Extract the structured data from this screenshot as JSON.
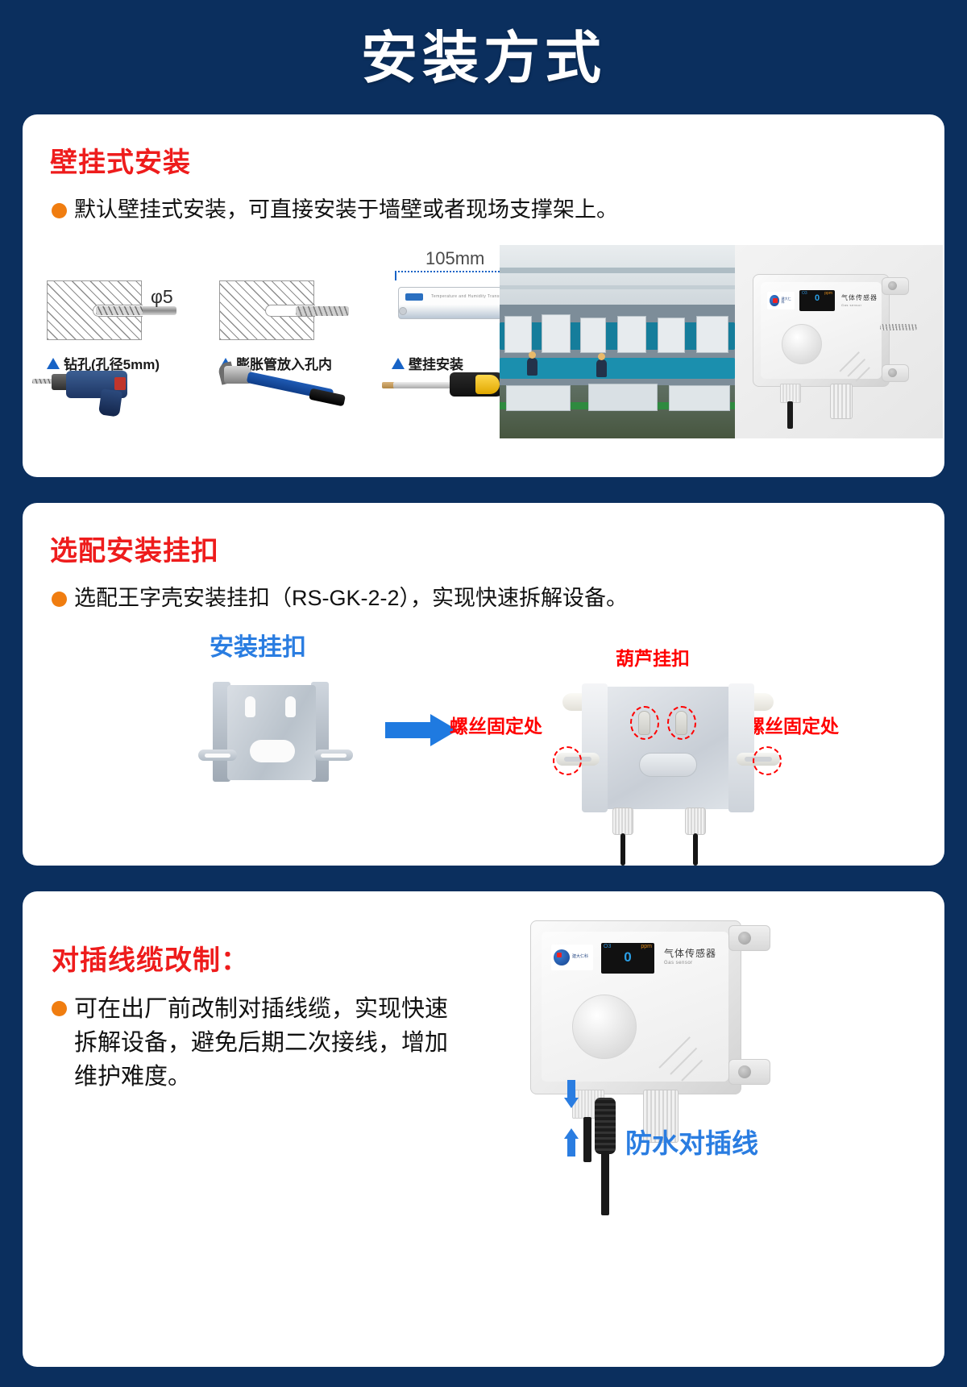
{
  "page": {
    "title": "安装方式",
    "background_color": "#0b2f5e",
    "accent_red": "#ee1c1c",
    "accent_blue": "#2a7de1",
    "accent_orange": "#f07d10"
  },
  "sections": [
    {
      "id": "wall-mount",
      "title": "壁挂式安装",
      "bullet": "默认壁挂式安装，可直接安装于墙壁或者现场支撑架上。",
      "steps": [
        {
          "label": "钻孔(孔径5mm)",
          "annotation": "φ5",
          "tool": "drill-icon"
        },
        {
          "label": "膨胀管放入孔内",
          "annotation": "",
          "tool": "hammer-icon"
        },
        {
          "label": "壁挂安装",
          "annotation": "105mm",
          "tool": "screwdriver-icon"
        }
      ],
      "photos": [
        {
          "name": "factory-production-line-photo",
          "caption": ""
        },
        {
          "name": "gas-sensor-product-photo",
          "caption": ""
        }
      ]
    },
    {
      "id": "optional-bracket",
      "title": "选配安装挂扣",
      "bullet": "选配王字壳安装挂扣（RS-GK-2-2），实现快速拆解设备。",
      "model": "RS-GK-2-2",
      "bracket_label": "安装挂扣",
      "callouts": [
        {
          "text": "葫芦挂扣",
          "position": "top-center"
        },
        {
          "text": "螺丝固定处",
          "position": "left"
        },
        {
          "text": "螺丝固定处",
          "position": "right"
        }
      ]
    },
    {
      "id": "cable-mod",
      "title": "对插线缆改制：",
      "bullet": "可在出厂前改制对插线缆，实现快速拆解设备，避免后期二次接线，增加维护难度。",
      "cable_label": "防水对插线"
    }
  ],
  "device": {
    "screen_value": "0",
    "screen_unit": "ppm",
    "screen_gas": "O3",
    "name_cn": "气体传感器",
    "name_en": "Gas  sensor",
    "brand_cn": "建大仁科"
  }
}
